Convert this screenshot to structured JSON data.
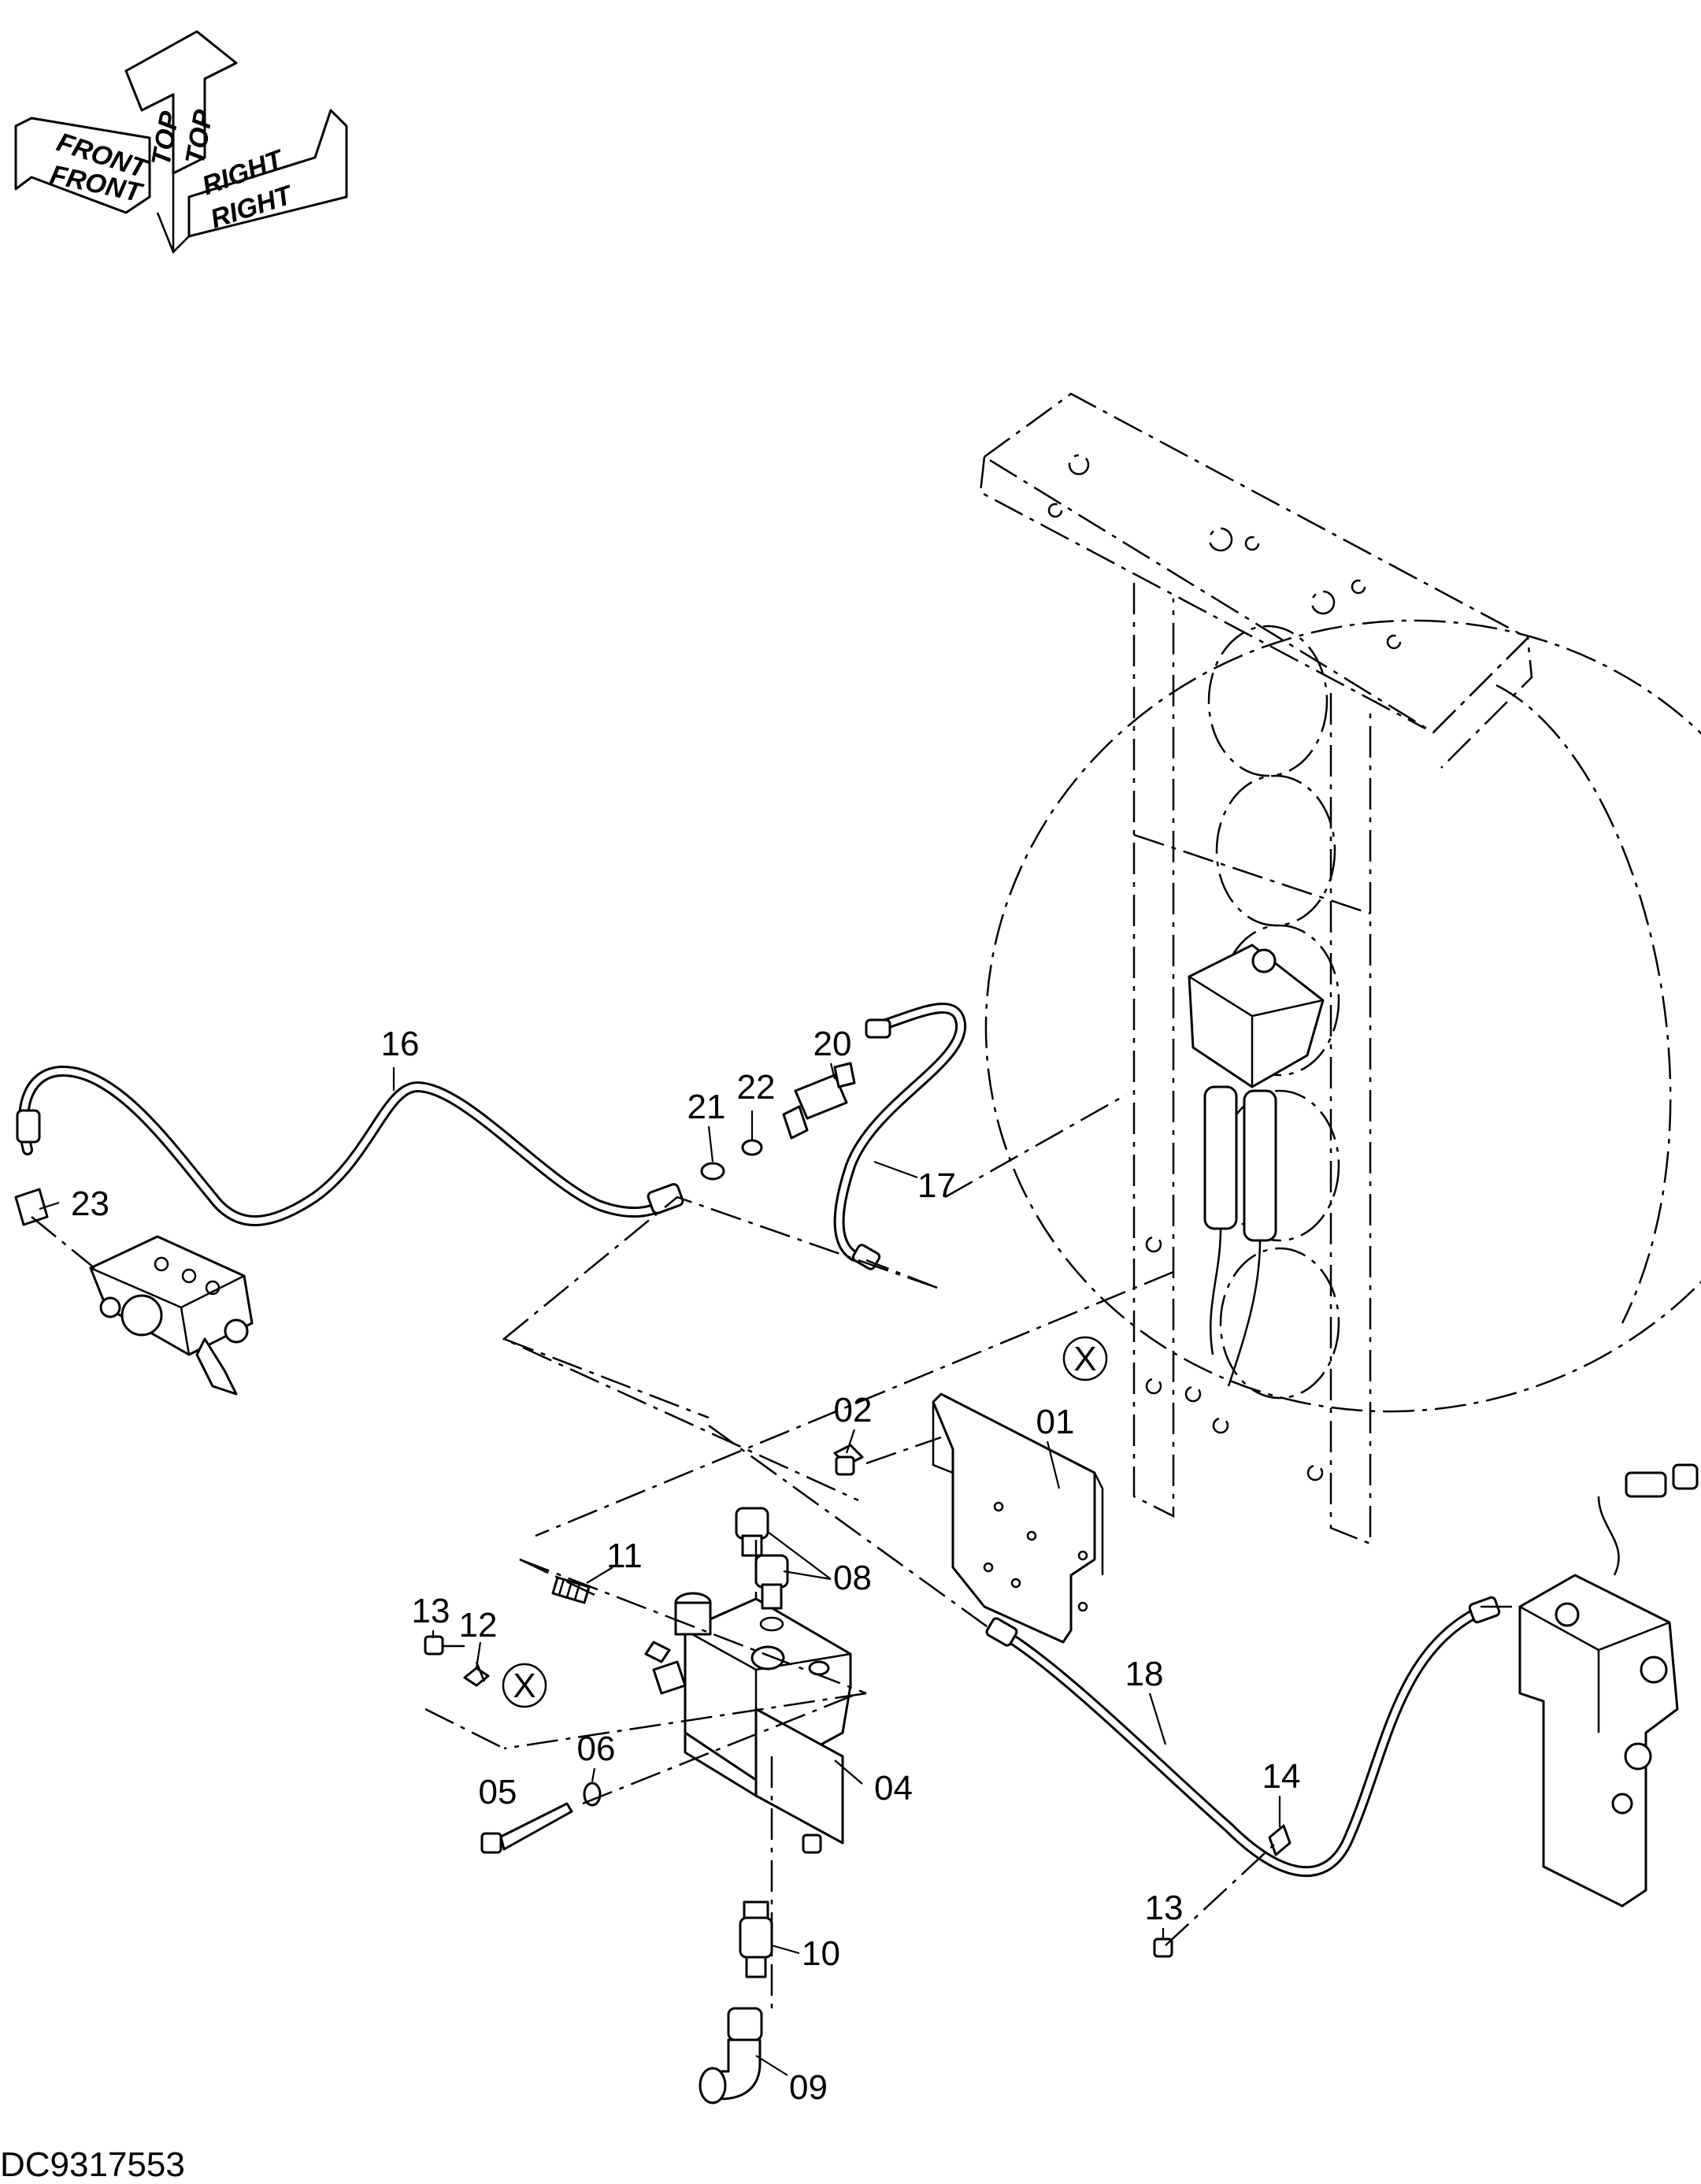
{
  "orientation": {
    "front_top": "FRONT",
    "front_bottom": "FRONT",
    "top_left": "TOP",
    "top_right": "TOP",
    "right_top": "RIGHT",
    "right_bottom": "RIGHT"
  },
  "callouts": {
    "p01": "01",
    "p02": "02",
    "p04": "04",
    "p05": "05",
    "p06": "06",
    "p08": "08",
    "p09": "09",
    "p10": "10",
    "p11": "11",
    "p12": "12",
    "p13a": "13",
    "p13b": "13",
    "p14": "14",
    "p16": "16",
    "p17": "17",
    "p18": "18",
    "p20": "20",
    "p21": "21",
    "p22": "22",
    "p23": "23"
  },
  "reference_marks": {
    "x1": "X",
    "x2": "X"
  },
  "document_number": "DC9317553"
}
